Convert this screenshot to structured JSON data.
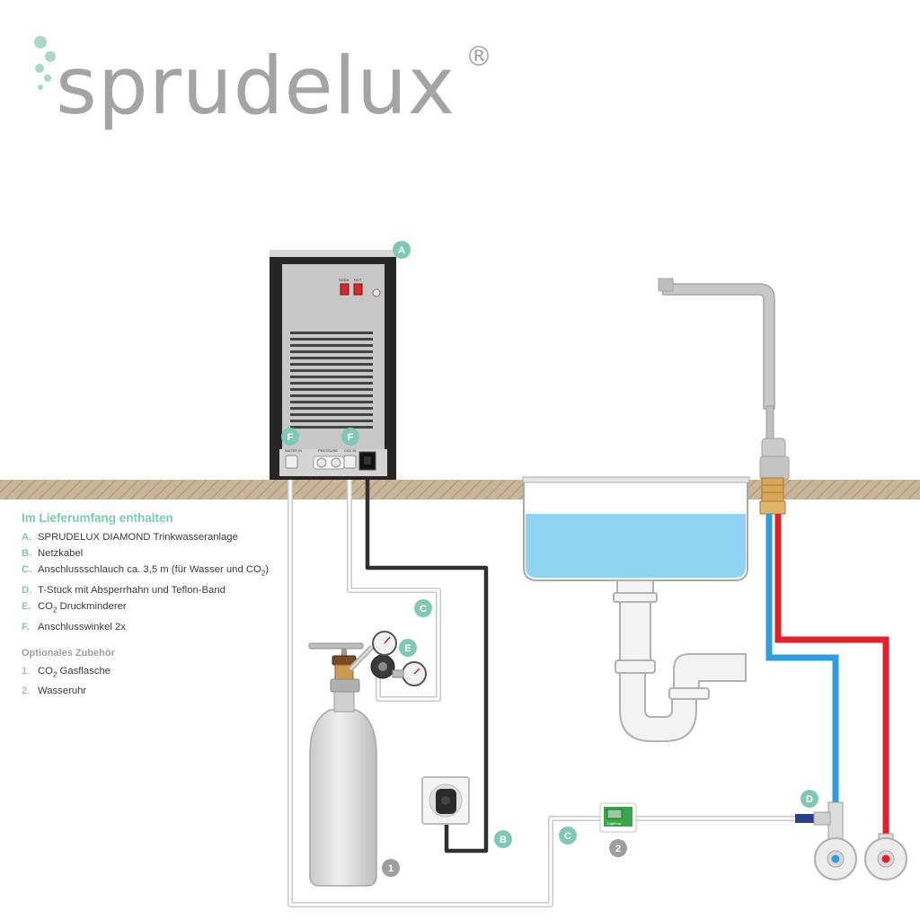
{
  "brand": {
    "logo_text": "sprudelux",
    "registered_mark": "®"
  },
  "colors": {
    "accent": "#7fc8b4",
    "number_gray": "#9e9e9e",
    "cold_water": "#2f9ee0",
    "hot_water": "#e3202a",
    "counter": "#c9b597",
    "water": "#8fd3f2",
    "cable": "#2f2f2f"
  },
  "device_labels": {
    "soda": "SODA",
    "hot": "HOT",
    "water_in": "WATER IN",
    "pressure": "PRESSURE",
    "co2_in": "CO2 IN"
  },
  "water_meter": {
    "label": "DigiFlow"
  },
  "markers": {
    "A": "A",
    "B": "B",
    "C1": "C",
    "C2": "C",
    "D": "D",
    "E": "E",
    "F1": "F",
    "F2": "F",
    "n1": "1",
    "n2": "2"
  },
  "legend": {
    "title": "Im Lieferumfang enthalten",
    "items": [
      {
        "key": "A.",
        "pre": "SPRUDELUX DIAMOND Trinkwasseranlage",
        "sub": "",
        "post": ""
      },
      {
        "key": "B.",
        "pre": "Netzkabel",
        "sub": "",
        "post": ""
      },
      {
        "key": "C.",
        "pre": "Anschlussschlauch ca. 3,5 m (für Wasser und CO",
        "sub": "2",
        "post": ")"
      },
      {
        "key": "D.",
        "pre": "T-Stück mit Absperrhahn und Teflon-Band",
        "sub": "",
        "post": ""
      },
      {
        "key": "E.",
        "pre": "CO",
        "sub": "2",
        "post": " Druckminderer"
      },
      {
        "key": "F.",
        "pre": "Anschlusswinkel 2x",
        "sub": "",
        "post": ""
      }
    ],
    "optional_title": "Optionales Zubehör",
    "optional_items": [
      {
        "key": "1.",
        "pre": "CO",
        "sub": "2",
        "post": " Gasflasche"
      },
      {
        "key": "2.",
        "pre": "Wasseruhr",
        "sub": "",
        "post": ""
      }
    ]
  }
}
